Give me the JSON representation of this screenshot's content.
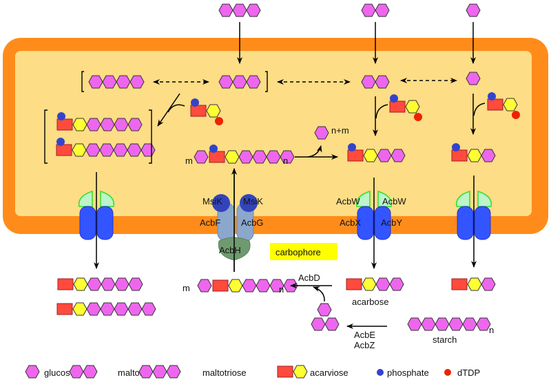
{
  "figure": {
    "type": "acarbose metabolism / carbophore pathway diagram",
    "colors": {
      "glucose": "#EE66EE",
      "acarviose_sugar": "#FF4A3D",
      "acarviose_hexose": "#FFFF33",
      "phosphate": "#3344CC",
      "dTDP": "#EE2200",
      "membrane": "#FF8C1A",
      "cytoplasm": "#FDDD85",
      "transporter_core": "#3355FF",
      "transporter_cap": "#BBF5C8",
      "abc_core": "#8BA7CC",
      "acbh": "#6F9A6F",
      "carbophore_bg": "#FFFF00"
    }
  },
  "labels": {
    "m1": "m",
    "n1": "n",
    "n_plus_m": "n+m",
    "msik_left": "MsiK",
    "msik_right": "MsiK",
    "acbf": "AcbF",
    "acbg": "AcbG",
    "acbh": "AcbH",
    "acbw_left": "AcbW",
    "acbw_right": "AcbW",
    "acbx": "AcbX",
    "acby": "AcbY",
    "carbophore": "carbophore",
    "m2": "m",
    "n2": "n",
    "acbd": "AcbD",
    "acarbose": "acarbose",
    "acbe": "AcbE",
    "acbz": "AcbZ",
    "starch": "starch",
    "n3": "n"
  },
  "legend": [
    {
      "label": "glucose"
    },
    {
      "label": "maltose"
    },
    {
      "label": "maltotriose"
    },
    {
      "label": "acarviose"
    },
    {
      "label": "phosphate"
    },
    {
      "label": "dTDP"
    }
  ]
}
